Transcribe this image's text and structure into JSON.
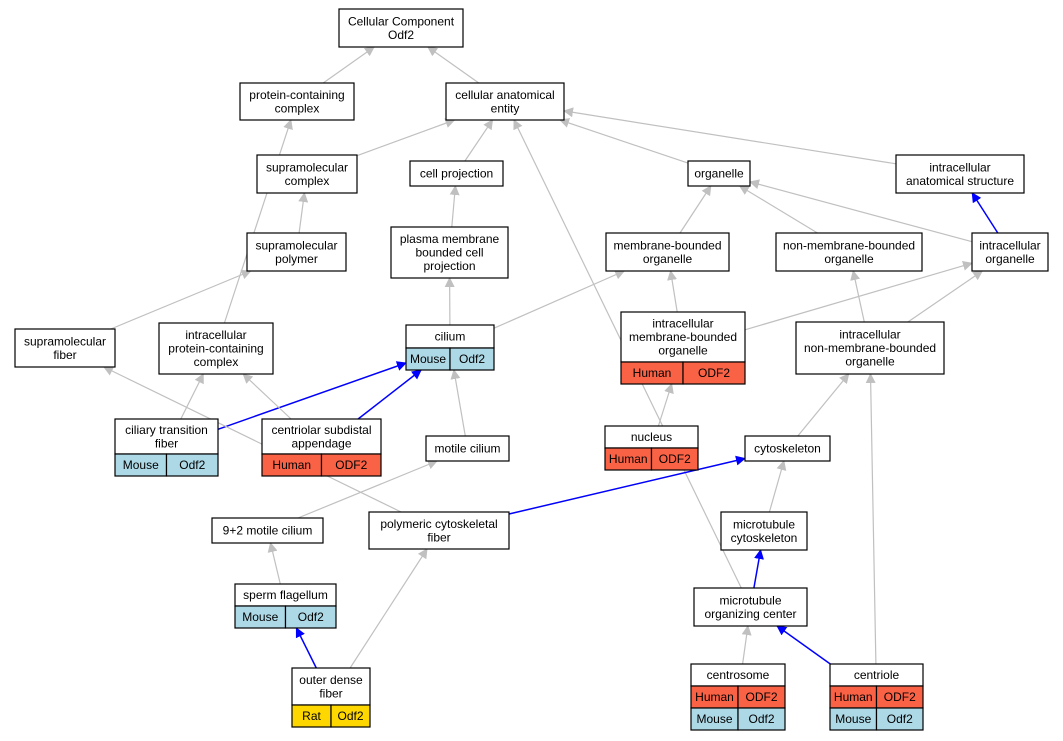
{
  "colors": {
    "gray_edge": "#c0c0c0",
    "blue_edge": "#0000ff",
    "human": "#fa6246",
    "mouse": "#add8e6",
    "rat": "#ffd700"
  },
  "nodes": {
    "root": [
      "Cellular Component",
      "Odf2"
    ],
    "protein_containing_complex": [
      "protein-containing",
      "complex"
    ],
    "cellular_anatomical_entity": [
      "cellular anatomical",
      "entity"
    ],
    "supramolecular_complex": [
      "supramolecular",
      "complex"
    ],
    "cell_projection": [
      "cell projection"
    ],
    "organelle": [
      "organelle"
    ],
    "intracellular_anatomical_structure": [
      "intracellular",
      "anatomical structure"
    ],
    "supramolecular_polymer": [
      "supramolecular",
      "polymer"
    ],
    "plasma_membrane_bounded_cell_projection": [
      "plasma membrane",
      "bounded cell",
      "projection"
    ],
    "membrane_bounded_organelle": [
      "membrane-bounded",
      "organelle"
    ],
    "non_membrane_bounded_organelle": [
      "non-membrane-bounded",
      "organelle"
    ],
    "intracellular_organelle": [
      "intracellular",
      "organelle"
    ],
    "supramolecular_fiber": [
      "supramolecular",
      "fiber"
    ],
    "intracellular_protein_containing_complex": [
      "intracellular",
      "protein-containing",
      "complex"
    ],
    "cilium": [
      "cilium"
    ],
    "intracellular_membrane_bounded_organelle": [
      "intracellular",
      "membrane-bounded",
      "organelle"
    ],
    "intracellular_non_membrane_bounded_organelle": [
      "intracellular",
      "non-membrane-bounded",
      "organelle"
    ],
    "ciliary_transition_fiber": [
      "ciliary transition",
      "fiber"
    ],
    "centriolar_subdistal_appendage": [
      "centriolar subdistal",
      "appendage"
    ],
    "motile_cilium": [
      "motile cilium"
    ],
    "nucleus": [
      "nucleus"
    ],
    "cytoskeleton": [
      "cytoskeleton"
    ],
    "nine_two_motile_cilium": [
      "9+2 motile cilium"
    ],
    "polymeric_cytoskeletal_fiber": [
      "polymeric cytoskeletal",
      "fiber"
    ],
    "microtubule_cytoskeleton": [
      "microtubule",
      "cytoskeleton"
    ],
    "sperm_flagellum": [
      "sperm flagellum"
    ],
    "microtubule_organizing_center": [
      "microtubule",
      "organizing center"
    ],
    "outer_dense_fiber": [
      "outer dense",
      "fiber"
    ],
    "centrosome": [
      "centrosome"
    ],
    "centriole": [
      "centriole"
    ]
  },
  "annotations": {
    "cilium": [
      [
        "Mouse",
        "Odf2",
        "mouse"
      ]
    ],
    "intracellular_membrane_bounded_organelle": [
      [
        "Human",
        "ODF2",
        "human"
      ]
    ],
    "ciliary_transition_fiber": [
      [
        "Mouse",
        "Odf2",
        "mouse"
      ]
    ],
    "centriolar_subdistal_appendage": [
      [
        "Human",
        "ODF2",
        "human"
      ]
    ],
    "nucleus": [
      [
        "Human",
        "ODF2",
        "human"
      ]
    ],
    "sperm_flagellum": [
      [
        "Mouse",
        "Odf2",
        "mouse"
      ]
    ],
    "outer_dense_fiber": [
      [
        "Rat",
        "Odf2",
        "rat"
      ]
    ],
    "centrosome": [
      [
        "Human",
        "ODF2",
        "human"
      ],
      [
        "Mouse",
        "Odf2",
        "mouse"
      ]
    ],
    "centriole": [
      [
        "Human",
        "ODF2",
        "human"
      ],
      [
        "Mouse",
        "Odf2",
        "mouse"
      ]
    ]
  },
  "edges": [
    {
      "from": "protein_containing_complex",
      "to": "root",
      "kind": "gray"
    },
    {
      "from": "cellular_anatomical_entity",
      "to": "root",
      "kind": "gray"
    },
    {
      "from": "supramolecular_complex",
      "to": "cellular_anatomical_entity",
      "kind": "gray"
    },
    {
      "from": "cell_projection",
      "to": "cellular_anatomical_entity",
      "kind": "gray"
    },
    {
      "from": "organelle",
      "to": "cellular_anatomical_entity",
      "kind": "gray"
    },
    {
      "from": "intracellular_anatomical_structure",
      "to": "cellular_anatomical_entity",
      "kind": "gray"
    },
    {
      "from": "microtubule_organizing_center",
      "to": "cellular_anatomical_entity",
      "kind": "gray"
    },
    {
      "from": "supramolecular_polymer",
      "to": "supramolecular_complex",
      "kind": "gray"
    },
    {
      "from": "plasma_membrane_bounded_cell_projection",
      "to": "cell_projection",
      "kind": "gray"
    },
    {
      "from": "membrane_bounded_organelle",
      "to": "organelle",
      "kind": "gray"
    },
    {
      "from": "non_membrane_bounded_organelle",
      "to": "organelle",
      "kind": "gray"
    },
    {
      "from": "intracellular_organelle",
      "to": "organelle",
      "kind": "gray"
    },
    {
      "from": "intracellular_organelle",
      "to": "intracellular_anatomical_structure",
      "kind": "blue"
    },
    {
      "from": "supramolecular_fiber",
      "to": "supramolecular_polymer",
      "kind": "gray"
    },
    {
      "from": "intracellular_protein_containing_complex",
      "to": "protein_containing_complex",
      "kind": "gray"
    },
    {
      "from": "cilium",
      "to": "plasma_membrane_bounded_cell_projection",
      "kind": "gray"
    },
    {
      "from": "cilium",
      "to": "membrane_bounded_organelle",
      "kind": "gray"
    },
    {
      "from": "intracellular_membrane_bounded_organelle",
      "to": "membrane_bounded_organelle",
      "kind": "gray"
    },
    {
      "from": "intracellular_membrane_bounded_organelle",
      "to": "intracellular_organelle",
      "kind": "gray"
    },
    {
      "from": "intracellular_non_membrane_bounded_organelle",
      "to": "non_membrane_bounded_organelle",
      "kind": "gray"
    },
    {
      "from": "intracellular_non_membrane_bounded_organelle",
      "to": "intracellular_organelle",
      "kind": "gray"
    },
    {
      "from": "ciliary_transition_fiber",
      "to": "intracellular_protein_containing_complex",
      "kind": "gray"
    },
    {
      "from": "ciliary_transition_fiber",
      "to": "cilium",
      "kind": "blue"
    },
    {
      "from": "centriolar_subdistal_appendage",
      "to": "intracellular_protein_containing_complex",
      "kind": "gray"
    },
    {
      "from": "centriolar_subdistal_appendage",
      "to": "cilium",
      "kind": "blue"
    },
    {
      "from": "motile_cilium",
      "to": "cilium",
      "kind": "gray"
    },
    {
      "from": "nucleus",
      "to": "intracellular_membrane_bounded_organelle",
      "kind": "gray"
    },
    {
      "from": "cytoskeleton",
      "to": "intracellular_non_membrane_bounded_organelle",
      "kind": "gray"
    },
    {
      "from": "nine_two_motile_cilium",
      "to": "motile_cilium",
      "kind": "gray"
    },
    {
      "from": "polymeric_cytoskeletal_fiber",
      "to": "supramolecular_fiber",
      "kind": "gray"
    },
    {
      "from": "polymeric_cytoskeletal_fiber",
      "to": "cytoskeleton",
      "kind": "blue"
    },
    {
      "from": "microtubule_cytoskeleton",
      "to": "cytoskeleton",
      "kind": "gray"
    },
    {
      "from": "sperm_flagellum",
      "to": "nine_two_motile_cilium",
      "kind": "gray"
    },
    {
      "from": "microtubule_organizing_center",
      "to": "microtubule_cytoskeleton",
      "kind": "blue"
    },
    {
      "from": "outer_dense_fiber",
      "to": "sperm_flagellum",
      "kind": "blue"
    },
    {
      "from": "outer_dense_fiber",
      "to": "polymeric_cytoskeletal_fiber",
      "kind": "gray"
    },
    {
      "from": "centrosome",
      "to": "microtubule_organizing_center",
      "kind": "gray"
    },
    {
      "from": "centriole",
      "to": "microtubule_organizing_center",
      "kind": "blue"
    },
    {
      "from": "centriole",
      "to": "intracellular_non_membrane_bounded_organelle",
      "kind": "gray"
    }
  ]
}
